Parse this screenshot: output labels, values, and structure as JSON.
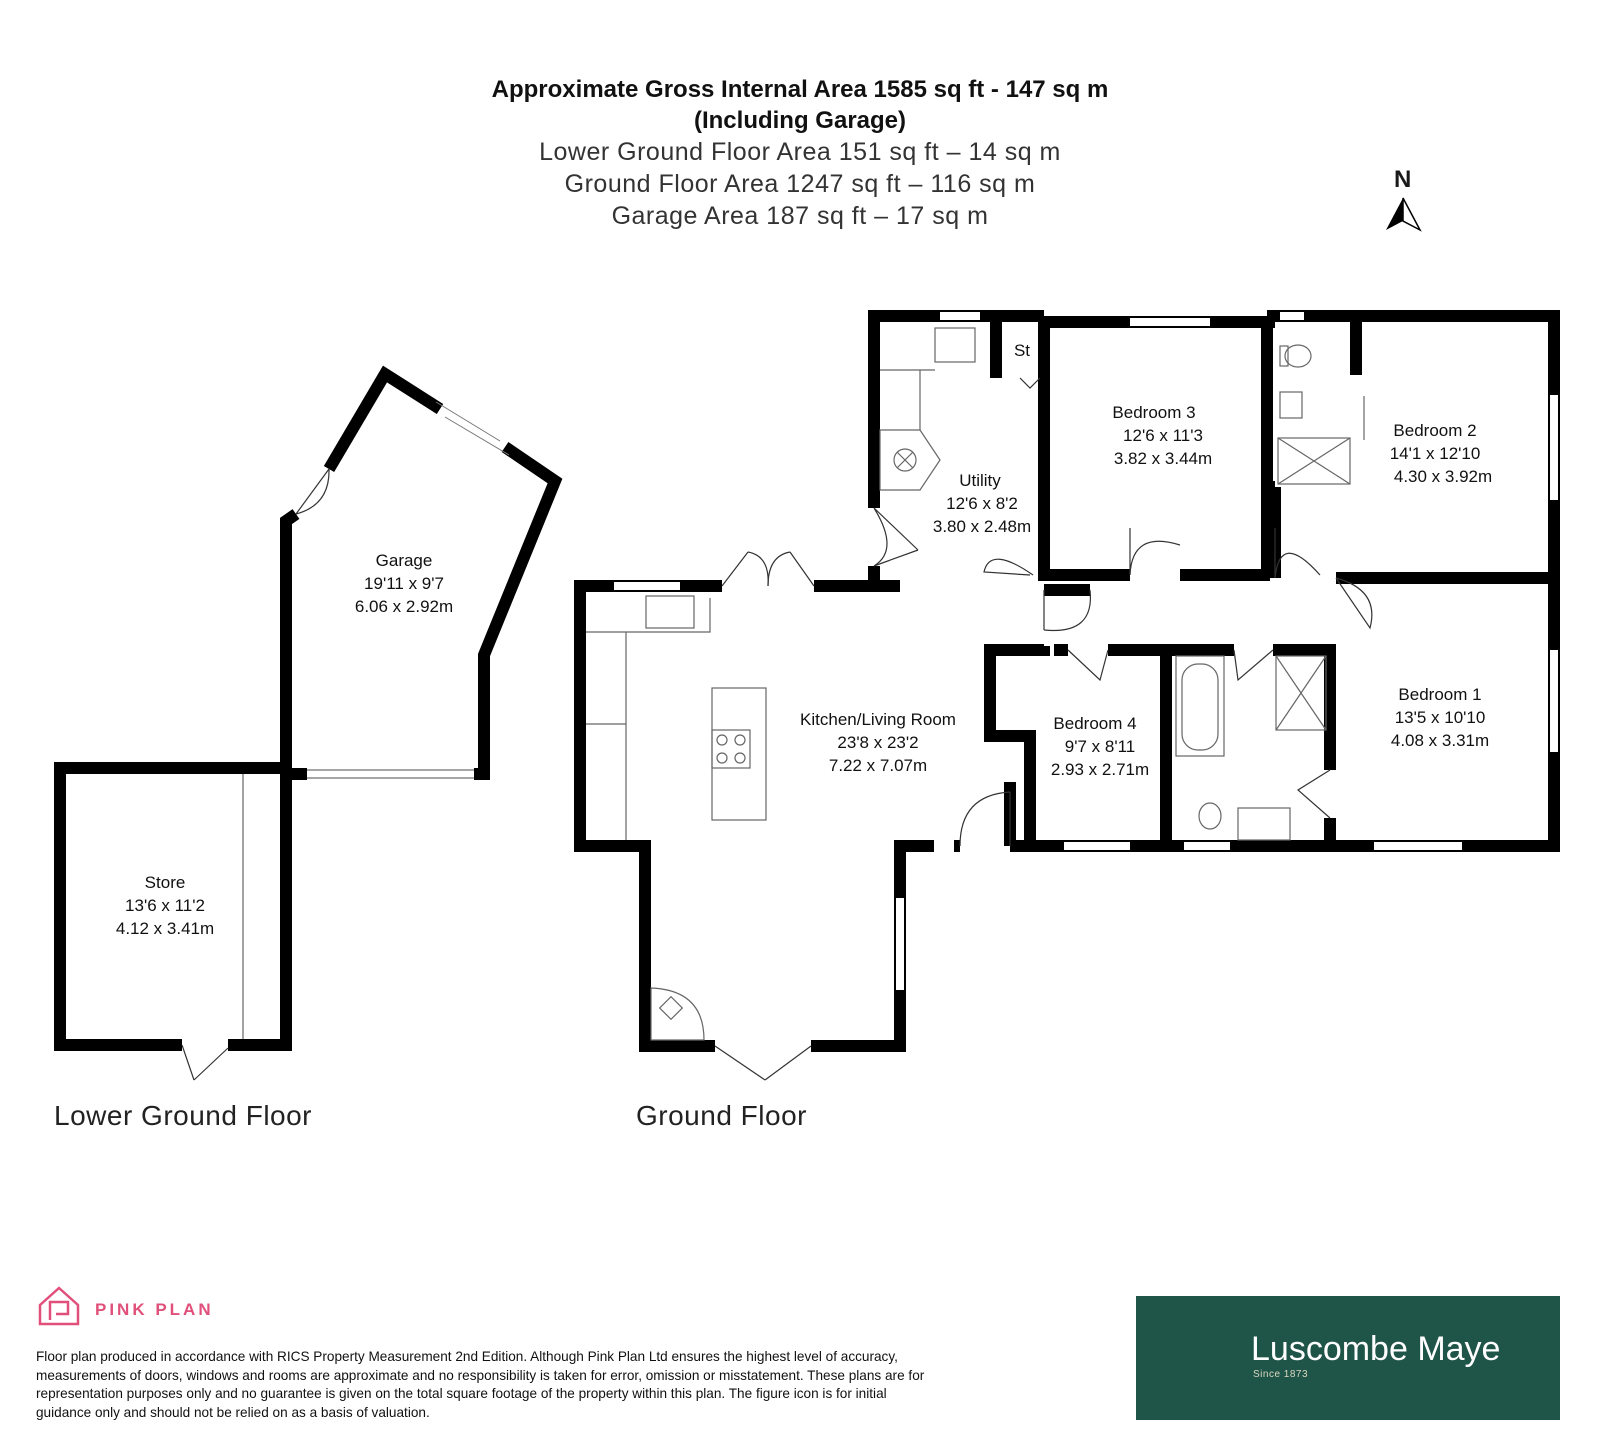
{
  "header": {
    "title_line1": "Approximate Gross Internal Area 1585 sq ft - 147 sq m",
    "title_line2": "(Including Garage)",
    "lower_ground_area": "Lower Ground Floor Area 151 sq ft – 14 sq m",
    "ground_area": "Ground Floor Area 1247 sq ft – 116 sq m",
    "garage_area": "Garage Area 187 sq ft – 17 sq m"
  },
  "north_label": "N",
  "rooms": {
    "garage": {
      "name": "Garage",
      "imperial": "19'11 x 9'7",
      "metric": "6.06 x 2.92m"
    },
    "store": {
      "name": "Store",
      "imperial": "13'6 x 11'2",
      "metric": "4.12 x 3.41m"
    },
    "kitchen": {
      "name": "Kitchen/Living Room",
      "imperial": "23'8 x 23'2",
      "metric": "7.22 x 7.07m"
    },
    "utility": {
      "name": "Utility",
      "imperial": "12'6 x 8'2",
      "metric": "3.80 x 2.48m"
    },
    "st": {
      "name": "St"
    },
    "bedroom3": {
      "name": "Bedroom 3",
      "imperial": "12'6 x 11'3",
      "metric": "3.82 x 3.44m"
    },
    "bedroom2": {
      "name": "Bedroom 2",
      "imperial": "14'1 x 12'10",
      "metric": "4.30 x 3.92m"
    },
    "bedroom1": {
      "name": "Bedroom 1",
      "imperial": "13'5 x 10'10",
      "metric": "4.08 x 3.31m"
    },
    "bedroom4": {
      "name": "Bedroom 4",
      "imperial": "9'7 x 8'11",
      "metric": "2.93 x 2.71m"
    }
  },
  "floors": {
    "lower_ground": "Lower Ground Floor",
    "ground": "Ground Floor"
  },
  "brand": {
    "pink_plan": "PINK PLAN",
    "pink_color": "#e0507a"
  },
  "disclaimer": "Floor plan produced in accordance with RICS Property Measurement 2nd Edition. Although Pink Plan Ltd ensures the highest level of accuracy, measurements of doors, windows and rooms are approximate and no responsibility is taken for error, omission or misstatement. These plans are for representation purposes only and no guarantee is given on the total square footage of the property within this plan. The figure icon is for initial guidance only and should not be relied on as a basis of valuation.",
  "agent": {
    "name": "Luscombe Maye",
    "since": "Since 1873",
    "bg_color": "#1f5448",
    "icon": "oak-leaf-icon"
  }
}
